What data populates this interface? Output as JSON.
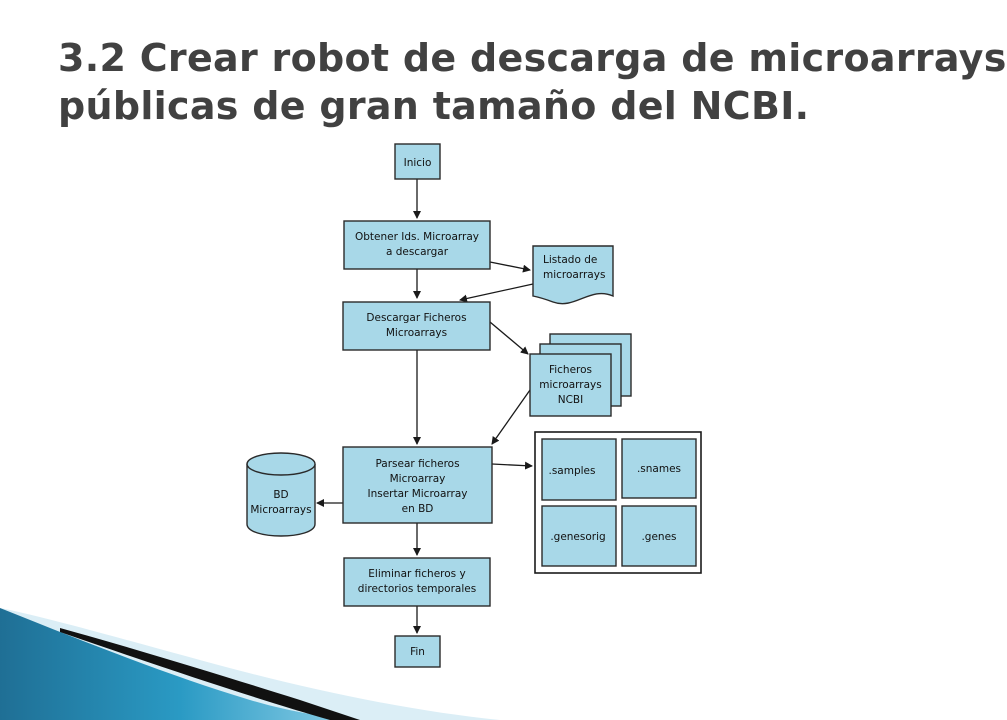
{
  "title": {
    "line1": "3.2 Crear robot de descarga de microarrays",
    "line2": "públicas de gran tamaño del NCBI."
  },
  "flowchart": {
    "inicio": "Inicio",
    "obtener": [
      "Obtener Ids. Microarray",
      "a descargar"
    ],
    "listado": [
      "Listado de",
      "microarrays"
    ],
    "descargar": [
      "Descargar Ficheros",
      "Microarrays"
    ],
    "ficheros": [
      "Ficheros",
      "microarrays",
      "NCBI"
    ],
    "parsear": [
      "Parsear ficheros",
      "Microarray",
      "Insertar Microarray",
      "en BD"
    ],
    "bd": [
      "BD",
      "Microarrays"
    ],
    "files": {
      "samples": ".samples",
      "snames": ".snames",
      "genesorig": ".genesorig",
      "genes": ".genes"
    },
    "eliminar": [
      "Eliminar ficheros y",
      "directorios temporales"
    ],
    "fin": "Fin"
  },
  "colors": {
    "node_fill": "#a8d8e8",
    "title_text": "#414141",
    "accent_teal": "#1f7fa6"
  }
}
